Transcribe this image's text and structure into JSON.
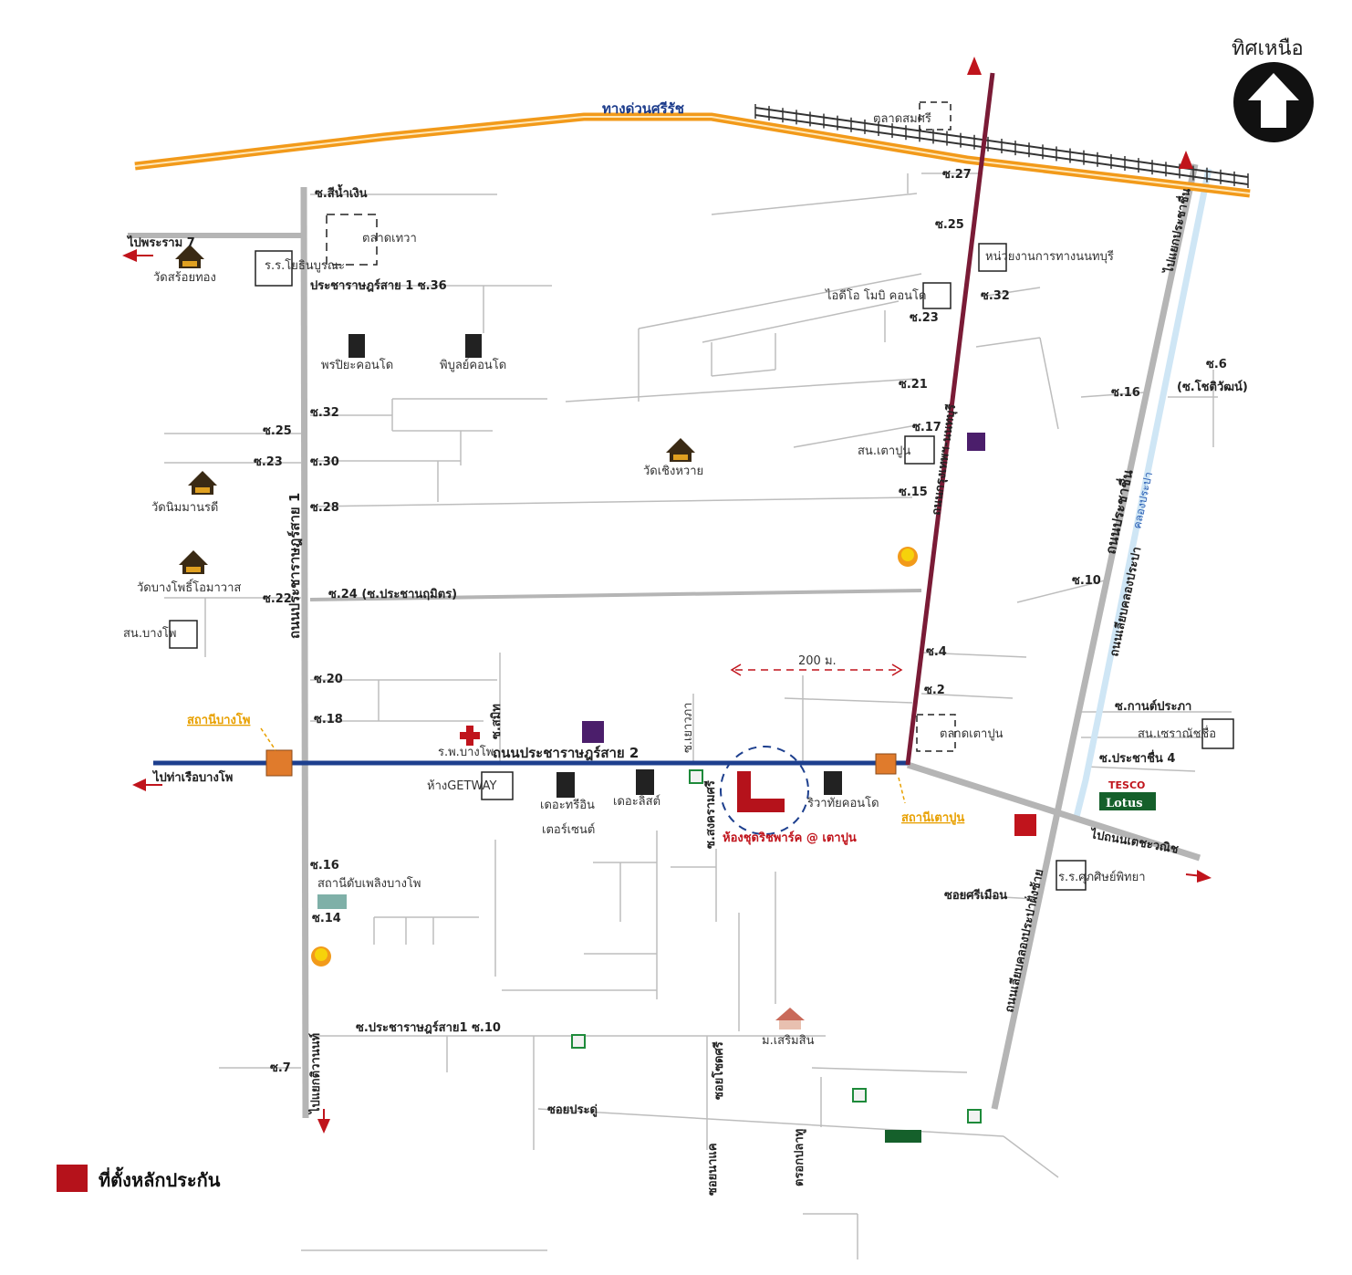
{
  "north": {
    "label": "ทิศเหนือ"
  },
  "legend": {
    "label": "ที่ตั้งหลักประกัน"
  },
  "scale": {
    "label": "200 ม."
  },
  "expressway": {
    "label": "ทางด่วนศรีรัช"
  },
  "main_road": {
    "label": "ถนนประชาราษฎร์สาย 2"
  },
  "west_road": {
    "label": "ถนนประชาราษฎร์สาย 1"
  },
  "east_road": {
    "label": "ถนนประชาชื่น"
  },
  "canal": {
    "label": "คลองประปา"
  },
  "canal_road_upper": {
    "label": "ถนนเลียบคลองประปา"
  },
  "canal_road_lower": {
    "label": "ถนนเลียบคลองประปาฝั่งซ้าย"
  },
  "vertical_road": {
    "label": "ถนนกรุงเทพฯ-นนทบุรี"
  },
  "directions": {
    "to_pracharat7": "ไปพระราม 7",
    "to_pier": "ไปท่าเรือบางโพ",
    "to_prachuap": "ไปแยกประชาชื่น",
    "to_nonthaburi": "ไปถนนเตชะวณิช",
    "to_tiwanon": "ไปแยกติวานนท์"
  },
  "sois": {
    "sinamngern": "ซ.สีน้ำเงิน",
    "pracharat1_36": "ประชาราษฎร์สาย 1 ซ.36",
    "s32w": "ซ.32",
    "s30": "ซ.30",
    "s28": "ซ.28",
    "s25w": "ซ.25",
    "s23w": "ซ.23",
    "s24": "ซ.24 (ซ.ประชานฤมิตร)",
    "s22": "ซ.22",
    "s20": "ซ.20",
    "s18": "ซ.18",
    "s16": "ซ.16",
    "s14": "ซ.14",
    "s7": "ซ.7",
    "pracharat1_10": "ซ.ประชาราษฎร์สาย1 ซ.10",
    "s27": "ซ.27",
    "s25e": "ซ.25",
    "s23e": "ซ.23",
    "s32e": "ซ.32",
    "s21": "ซ.21",
    "s17": "ซ.17",
    "s15": "ซ.15",
    "s4": "ซ.4",
    "s2": "ซ.2",
    "s6": "ซ.6",
    "chotiwat": "(ซ.โชติวัฒน์)",
    "s16e": "ซ.16",
    "s10": "ซ.10",
    "kanprapa": "ซ.กานต์ประภา",
    "prachachuen4": "ซ.ประชาชื่น 4",
    "srimuen": "ซอยศรีเมือน",
    "pradu": "ซอยประดู่",
    "mit": "ซ.สมิท",
    "yaowarat": "ซ.เยาวภา",
    "songkhram": "ซ.สงครามศรี",
    "nakae": "ซอยนาแค",
    "sodsri": "ซอยโซดศรี",
    "pla": "ตรอกปลาทู"
  },
  "places": {
    "talat_somsri": "ตลาดสมศรี",
    "talat_tewa": "ตลาดเทวา",
    "wat_khoi": "วัดสร้อยทอง",
    "rr_kobkaw": "ร.ร.โยธินบูรณะ",
    "phonpiya": "พรปิยะคอนโด",
    "phibun": "พิบูลย์คอนโด",
    "wat_nikayaram": "วัดนิมมานรดี",
    "wat_bangpho": "วัดบางโพธิ์โอมาวาส",
    "sn_bangpho": "สน.บางโพ",
    "wat_ching": "วัดเชิงหวาย",
    "rit_condo": "ไอดีโอ โมบิ คอนโด",
    "nonthaburi_office": "หน่วยงานการทางนนทบุรี",
    "sn_taopun": "สน.เตาปูน",
    "hosp": "ร.พ.บางโพ",
    "gateway": "ห้างGETWAY",
    "tower1": "เดอะทรีอิน",
    "tower1b": "เตอร์เซนต์",
    "tower2": "เดอะลิสต์",
    "condo_right": "ริวาทัยคอนโด",
    "site": "ห้องชุดริชพาร์ค @ เตาปูน",
    "talat_taopun": "ตลาดเตาปูน",
    "sn_prachachuen": "สน.เซราณัชชื่อ",
    "tesco": "Lotus",
    "tesco_top": "TESCO",
    "rr_sakdi": "ร.ร.ศุภศิษย์พิทยา",
    "fuel_station": "สถานีดับเพลิงบางโพ",
    "school_sin": "ม.เสริมสิน",
    "station_bangpho": "สถานีบางโพ",
    "station_taopun": "สถานีเตาปูน"
  }
}
